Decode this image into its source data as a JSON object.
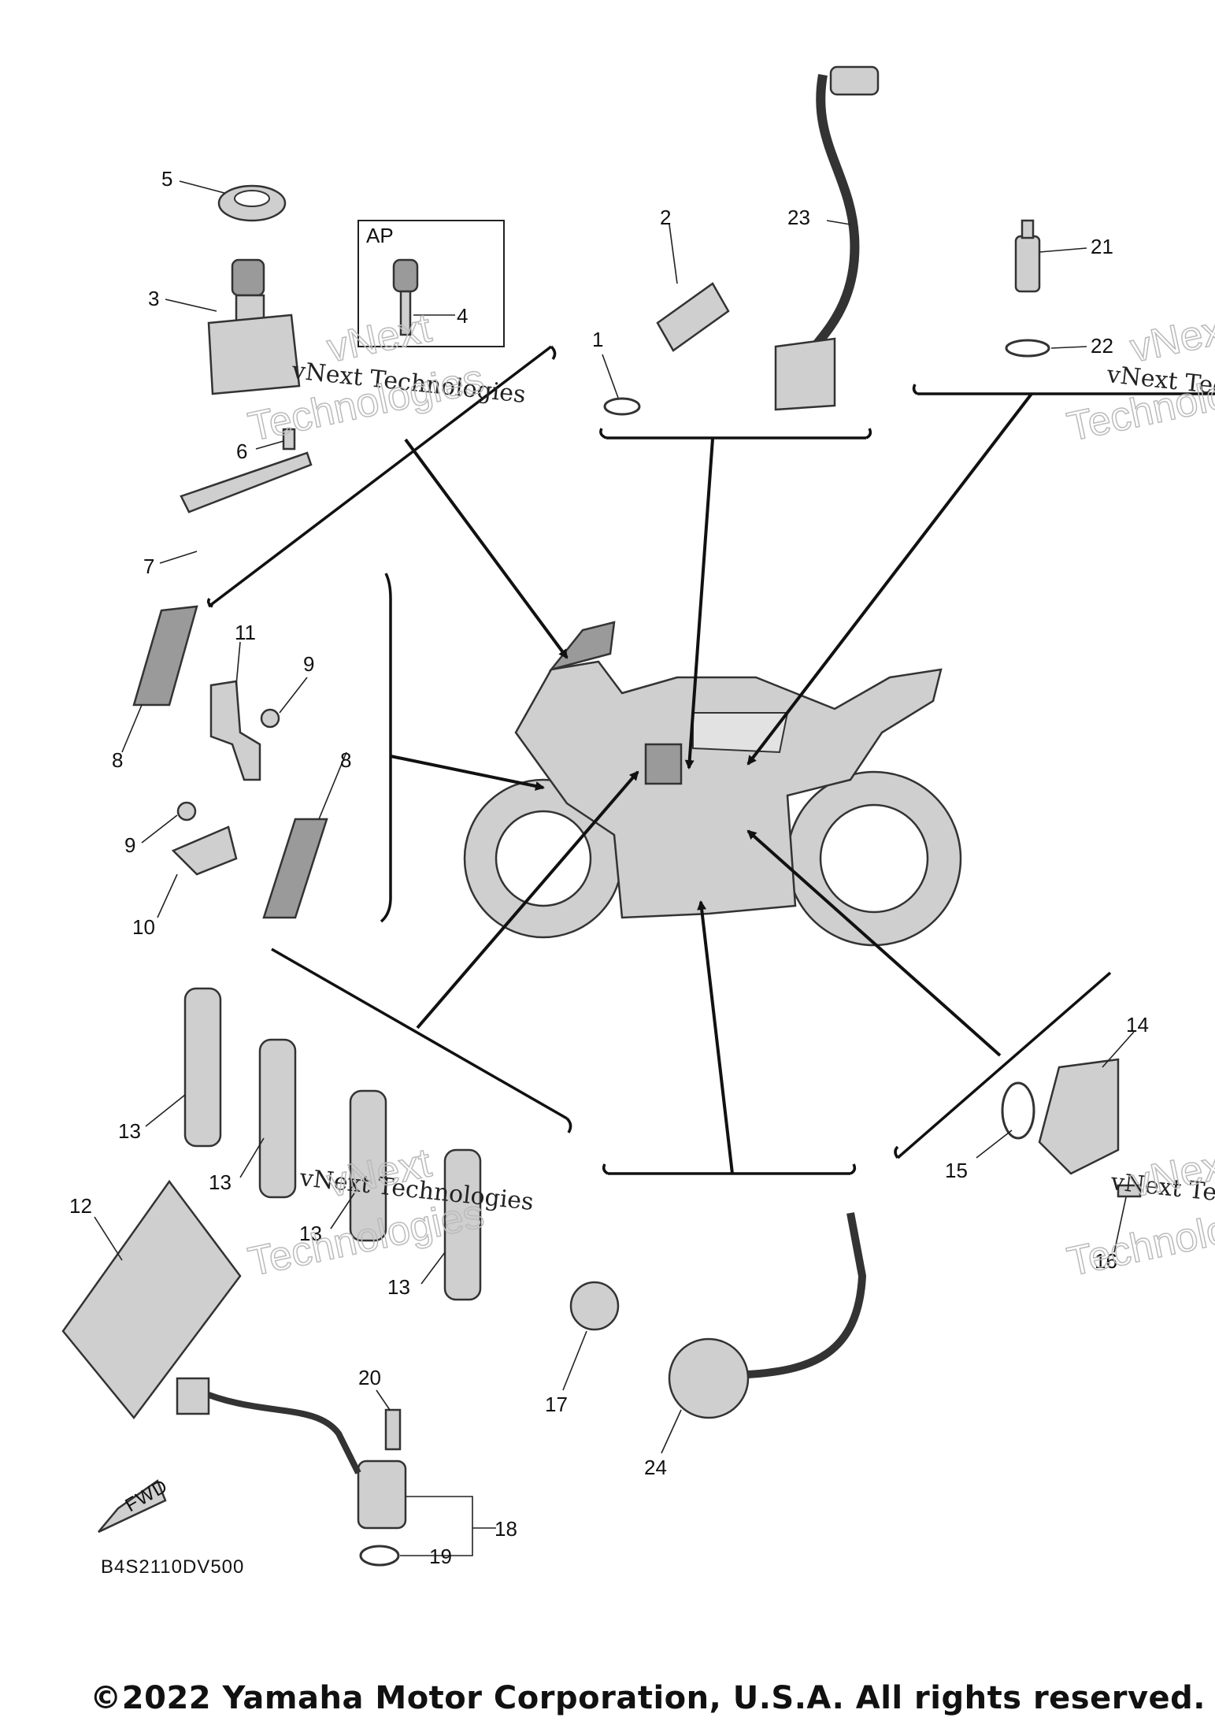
{
  "diagram": {
    "code": "B4S2110DV500",
    "inset_label": "AP",
    "fwd_label": "FWD",
    "watermark_line": "vNext Technologies",
    "watermark_big_top": "vNext",
    "watermark_big_bottom": "Technologies",
    "callouts": {
      "c1": "1",
      "c2": "2",
      "c3": "3",
      "c4": "4",
      "c5": "5",
      "c6": "6",
      "c7": "7",
      "c8a": "8",
      "c8b": "8",
      "c9a": "9",
      "c9b": "9",
      "c10": "10",
      "c11": "11",
      "c12": "12",
      "c13a": "13",
      "c13b": "13",
      "c13c": "13",
      "c13d": "13",
      "c14": "14",
      "c15": "15",
      "c16": "16",
      "c17": "17",
      "c18": "18",
      "c19": "19",
      "c20": "20",
      "c21": "21",
      "c22": "22",
      "c23": "23",
      "c24": "24"
    }
  },
  "footer": {
    "copyright": "©2022 Yamaha Motor Corporation, U.S.A. All rights reserved."
  }
}
